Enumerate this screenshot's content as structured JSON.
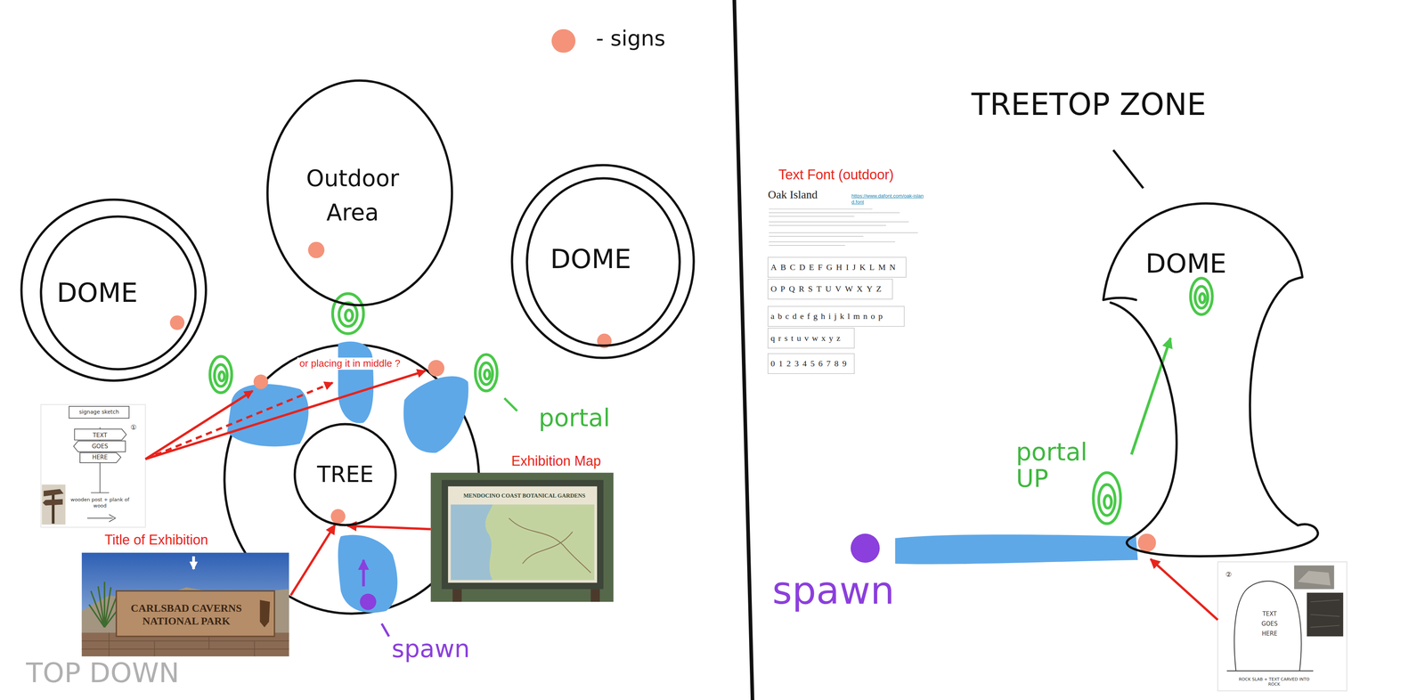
{
  "diagram": {
    "nodes": [
      {
        "text": [
          "Outdoor Area"
        ]
      },
      {
        "text": [
          "DOME"
        ]
      },
      {
        "text": [
          "DOME"
        ]
      },
      {
        "text": [
          "TREE"
        ]
      },
      {
        "text": [
          "signage sketch",
          "①",
          "TEXT GOES HERE",
          "wooden post + plank of wood"
        ]
      },
      {
        "text": [
          "Title of Exhibition",
          "CARLSBAD CAVERNS NATIONAL PARK"
        ]
      },
      {
        "text": [
          "Exhibition Map",
          "MENDOCINO COAST BOTANICAL GARDENS"
        ]
      },
      {
        "text": [
          "DOME"
        ]
      },
      {
        "text": [
          "②",
          "TEXT GOES HERE",
          "ROCK SLAB + TEXT CARVED INTO ROCK"
        ]
      }
    ],
    "edges": [
      {
        "from": 5,
        "to": 3,
        "arrow": "to"
      },
      {
        "from": 6,
        "to": 3,
        "arrow": "to"
      },
      {
        "from": 8,
        "to": 7,
        "arrow": "to"
      }
    ],
    "labels": [
      "TOP DOWN",
      "or placing it in middle ?",
      "portal",
      "spawn",
      "TREETOP ZONE",
      "Text Font (outdoor)",
      "Oak Island",
      "https://www.dafont.com/oak-island.font",
      "ABCDEFGHIJKLMN",
      "OPQRSTUVWXYZ",
      "abcdefghijklmnop",
      "qrstuvwxyz",
      "0123456789",
      "portal UP",
      "spawn"
    ],
    "legend": [
      {
        "text": "- signs",
        "color": "#f4937a"
      }
    ]
  }
}
